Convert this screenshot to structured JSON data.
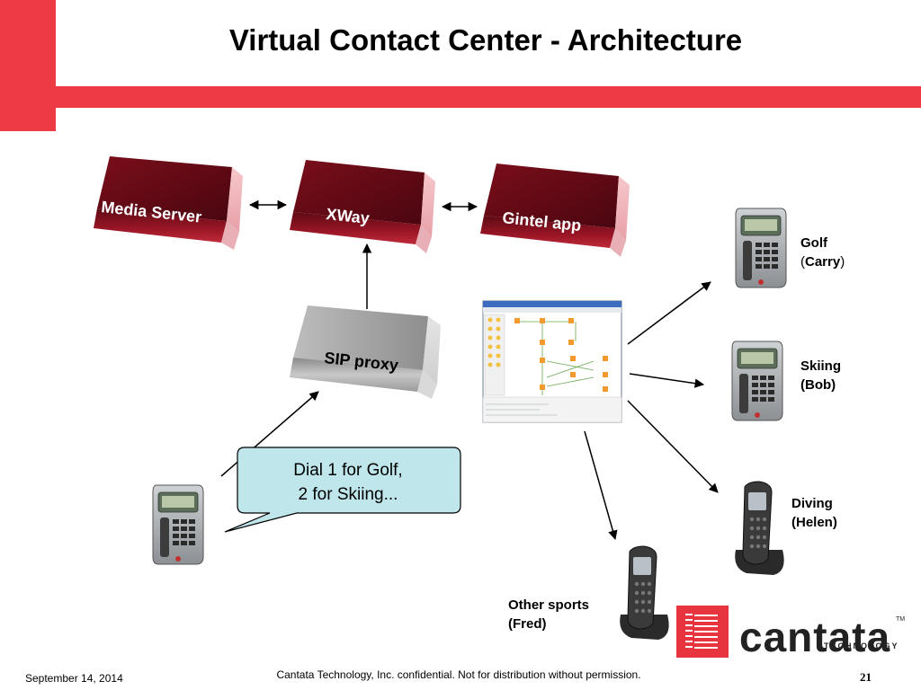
{
  "slide": {
    "title": "Virtual Contact Center - Architecture"
  },
  "servers": {
    "media": "Media Server",
    "xway": "XWay",
    "gintel": "Gintel app",
    "sip": "SIP proxy"
  },
  "bubble": {
    "line1": "Dial 1 for Golf,",
    "line2": "2 for Skiing..."
  },
  "agents": {
    "golf": {
      "sport": "Golf",
      "open": "(",
      "name": "Carry",
      "close": ")"
    },
    "skiing": {
      "sport": "Skiing",
      "name": "(Bob)"
    },
    "diving": {
      "sport": "Diving",
      "name": "(Helen)"
    },
    "other": {
      "sport": "Other sports",
      "name": "(Fred)"
    }
  },
  "logo": {
    "word": "cantata",
    "sub": "TECHNOLOGY",
    "tm": "TM"
  },
  "footer": {
    "date": "September 14, 2014",
    "confidential": "Cantata Technology, Inc. confidential. Not for distribution without permission.",
    "page": "21"
  },
  "colors": {
    "accent_red": "#ee3a45",
    "box_red": "#8a1020",
    "box_gray": "#9a9a9a",
    "bubble_fill": "#bfe6ea"
  },
  "icons": [
    "desk-phone-icon",
    "cordless-phone-icon",
    "workflow-screenshot",
    "cantata-logo"
  ]
}
